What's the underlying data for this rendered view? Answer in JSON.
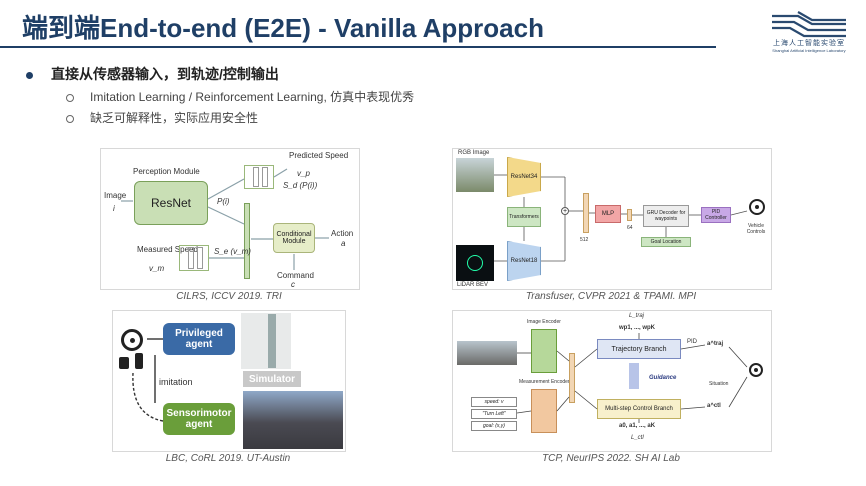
{
  "slide": {
    "title": "端到端End-to-end (E2E) - Vanilla Approach",
    "logo_text": "上海人工智能实验室",
    "logo_subtext": "Shanghai Artificial Intelligence Laboratory",
    "bullet_main": "直接从传感器输入，到轨迹/控制输出",
    "sub_bullets": [
      "Imitation Learning / Reinforcement Learning, 仿真中表现优秀",
      "缺乏可解释性，实际应用安全性"
    ]
  },
  "panels": {
    "cilrs": {
      "caption": "CILRS, ICCV 2019. TRI",
      "image_label": "Image",
      "image_var": "i",
      "perception_label": "Perception Module",
      "resnet_label": "ResNet",
      "pi_label": "P(i)",
      "predicted_speed": "Predicted Speed",
      "vp": "v_p",
      "sd": "S_d (P(i))",
      "measured_speed": "Measured Speed",
      "vm": "v_m",
      "se": "S_e (v_m)",
      "conditional_module": "Conditional Module",
      "action": "Action",
      "action_var": "a",
      "command": "Command",
      "command_var": "c"
    },
    "transfuser": {
      "caption": "Transfuser, CVPR 2021 & TPAMI. MPI",
      "rgb_label": "RGB Image",
      "lidar_label": "LiDAR BEV",
      "resnet34": "ResNet34",
      "resnet18": "ResNet18",
      "transformers": "Transformers",
      "mlp": "MLP",
      "gru": "GRU Decoder for waypoints",
      "pid": "PID Controller",
      "vehicle_controls": "Vehicle Controls",
      "goal_location": "Goal Location",
      "dim512": "512",
      "dim64": "64"
    },
    "lbc": {
      "caption": "LBC, CoRL 2019. UT-Austin",
      "privileged": "Privileged agent",
      "imitation": "imitation",
      "simulator": "Simulator",
      "sensorimotor": "Sensorimotor agent"
    },
    "tcp": {
      "caption": "TCP, NeurIPS 2022. SH AI Lab",
      "image_encoder": "Image Encoder",
      "measurement_encoder": "Measurement Encoder",
      "speed": "speed: v",
      "turn_left": "\"Turn Left\"",
      "goal": "goal: (x,y)",
      "l_traj": "L_traj",
      "wp": "wp1, ..., wpK",
      "trajectory_branch": "Trajectory Branch",
      "guidance": "Guidance",
      "multi_step": "Multi-step Control Branch",
      "a_seq": "a0, a1, ..., aK",
      "l_ctl": "L_ctl",
      "pid": "PID",
      "a_traj": "a^traj",
      "a_ctl": "a^ctl",
      "situation": "Situation"
    }
  },
  "colors": {
    "title": "#1f3f66",
    "resnet_green": "#c9dfb5",
    "blue_agent": "#3a6aa6",
    "green_agent": "#6a9e3a",
    "tf_yellow": "#f3d98a",
    "tf_blue": "#bcd4ef",
    "tf_green": "#cde6c3",
    "tf_red": "#f2a6a6",
    "tf_purple": "#c8a8e6"
  }
}
